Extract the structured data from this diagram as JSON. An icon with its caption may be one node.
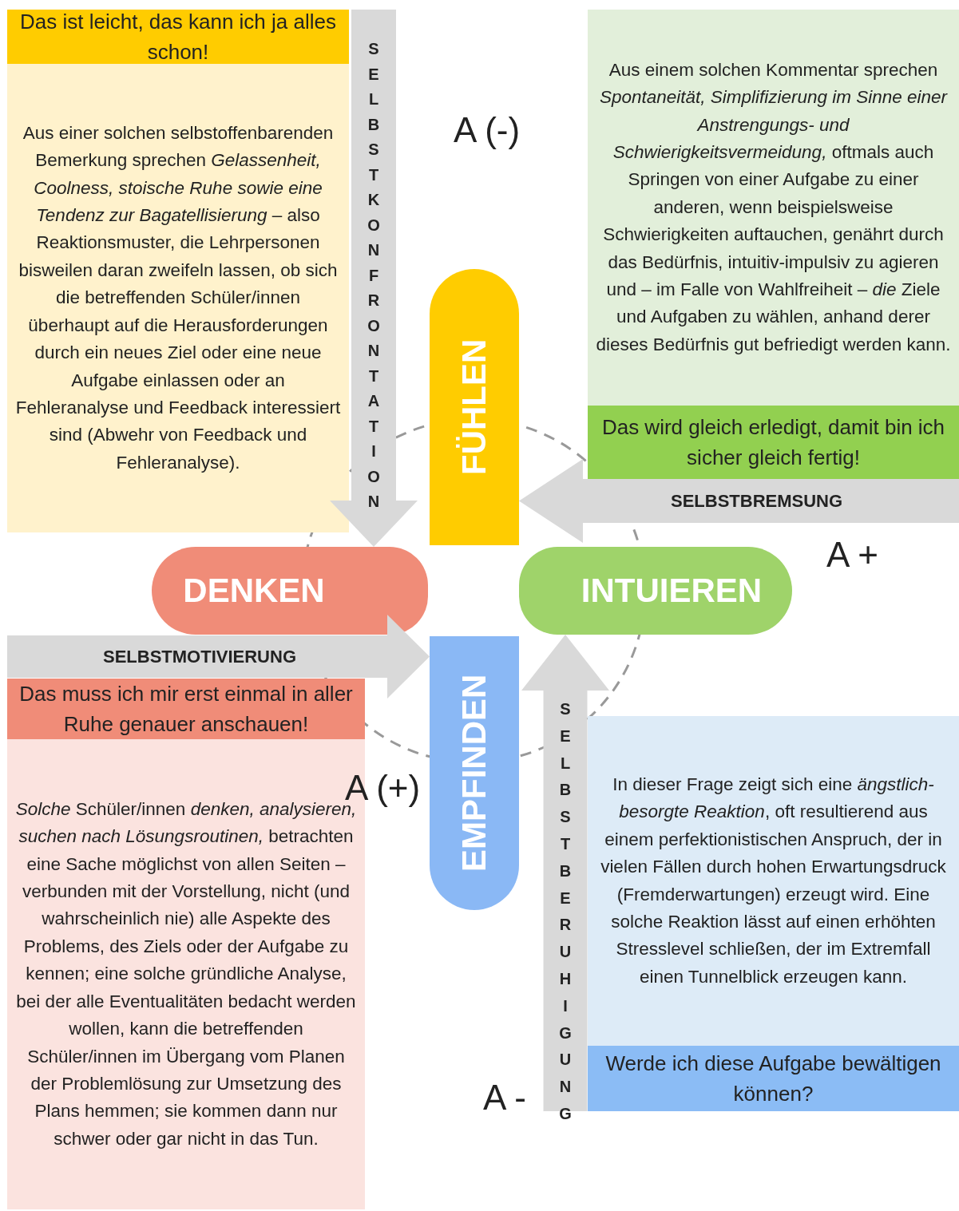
{
  "diagram": {
    "nodes": [
      {
        "text": [
          "Das ist leicht, das kann ich ja alles schon!",
          "Aus einer solchen selbstoffenbarenden Bemerkung sprechen *Gelassenheit, Coolness, stoische Ruhe sowie eine Tendenz zur Bagatellisierung* – also Reaktionsmuster, die Lehrpersonen bisweilen daran zweifeln lassen, ob sich die betreffenden Schüler/innen überhaupt auf die Herausforderungen durch ein neues Ziel oder eine neue Aufgabe einlassen oder an Fehleranalyse und Feedback interessiert sind (Abwehr von Feedback und Fehleranalyse)."
        ]
      },
      {
        "text": [
          "Aus einem solchen Kommentar sprechen *Spontaneität, Simplifizierung im Sinne einer Anstrengungs- und Schwierigkeitsvermeidung,* oftmals auch Springen von einer Aufgabe zu einer anderen, wenn beispielsweise Schwierigkeiten auftauchen, genährt durch das Bedürfnis, intuitiv-impulsiv zu agieren und – im Falle von Wahlfreiheit – *die* Ziele und Aufgaben zu wählen, anhand derer dieses Bedürfnis gut befriedigt werden kann.",
          "Das wird gleich erledigt, damit bin ich sicher gleich fertig!"
        ]
      },
      {
        "text": [
          "FÜHLEN"
        ]
      },
      {
        "text": [
          "DENKEN"
        ]
      },
      {
        "text": [
          "INTUIEREN"
        ]
      },
      {
        "text": [
          "EMPFINDEN"
        ]
      },
      {
        "text": [
          "Das muss ich mir erst einmal in aller Ruhe genauer anschauen!",
          "*Solche* Schüler/innen *denken, analysieren, suchen nach Lösungsroutinen,* betrachten eine Sache möglichst von allen Seiten – verbunden mit der Vorstellung, nicht (und wahrscheinlich nie) alle Aspekte des Problems, des Ziels oder der Aufgabe zu kennen; eine solche gründliche Analyse, bei der alle Eventualitäten bedacht werden wollen, kann die betreffenden Schüler/innen im Übergang vom Planen der Problemlösung zur Umsetzung des Plans hemmen; sie kommen dann nur schwer oder gar nicht in das Tun."
        ]
      },
      {
        "text": [
          "In dieser Frage zeigt sich eine *ängstlich-besorgte Reaktion*, oft resultierend aus einem perfektionistischen Anspruch, der in vielen Fällen durch hohen Erwartungsdruck (Fremderwartungen) erzeugt wird. Eine solche Reaktion lässt auf einen erhöhten Stresslevel schließen, der im Extremfall einen Tunnelblick erzeugen kann.",
          "Werde ich diese Aufgabe bewältigen können?"
        ]
      }
    ],
    "edges": [
      {
        "from": null,
        "to": 3,
        "arrow": "to",
        "label": "SELBSTKONFRONTATION"
      },
      {
        "from": null,
        "to": 2,
        "arrow": "to",
        "label": "SELBSTBREMSUNG"
      },
      {
        "from": null,
        "to": 5,
        "arrow": "to",
        "label": "SELBSTMOTIVIERUNG"
      },
      {
        "from": null,
        "to": 4,
        "arrow": "to",
        "label": "SELBSTBERUHIGUNG"
      }
    ],
    "labels": [
      "A (-)",
      "A +",
      "A (+)",
      "A -"
    ]
  }
}
